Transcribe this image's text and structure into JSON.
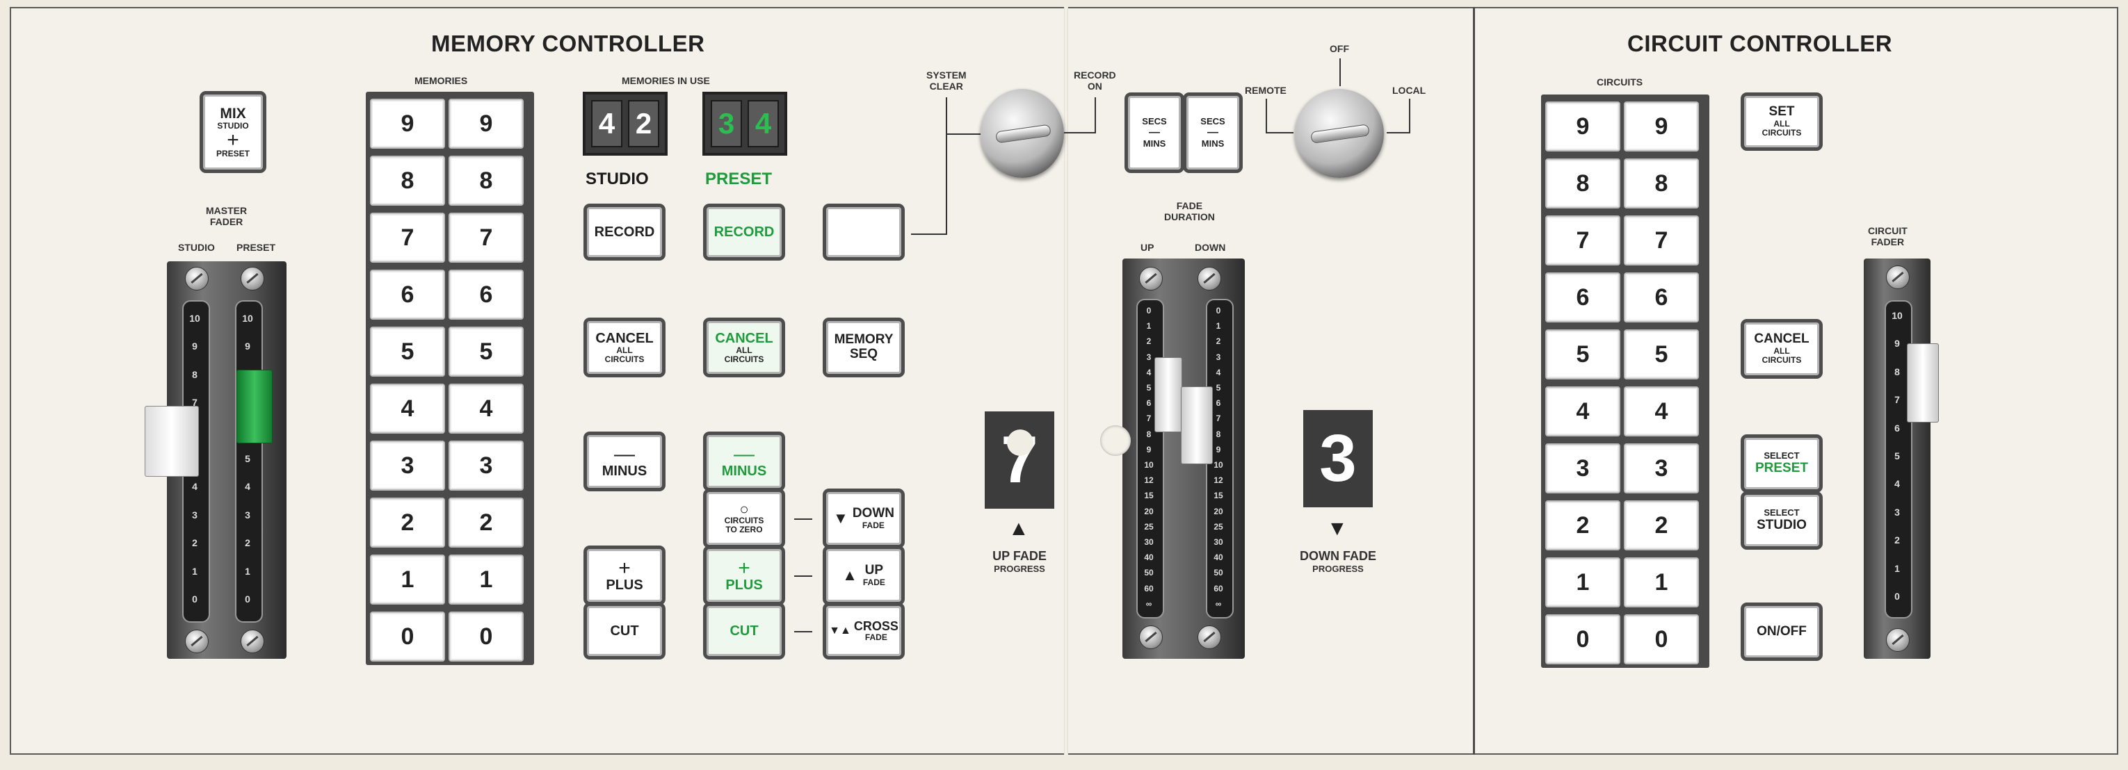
{
  "memory_controller": {
    "title": "MEMORY CONTROLLER",
    "mix_button": {
      "line1": "MIX",
      "line2": "STUDIO",
      "symbol": "+",
      "line3": "PRESET"
    },
    "master_fader": {
      "label_line1": "MASTER",
      "label_line2": "FADER",
      "col_studio": "STUDIO",
      "col_preset": "PRESET",
      "scale": [
        "10",
        "9",
        "8",
        "7",
        "6",
        "5",
        "4",
        "3",
        "2",
        "1",
        "0"
      ]
    },
    "memories_label": "MEMORIES",
    "memory_keys": [
      "9",
      "8",
      "7",
      "6",
      "5",
      "4",
      "3",
      "2",
      "1",
      "0"
    ],
    "memories_in_use_label": "MEMORIES  IN  USE",
    "studio_readout": {
      "d1": "4",
      "d2": "2",
      "label": "STUDIO"
    },
    "preset_readout": {
      "d1": "3",
      "d2": "4",
      "label": "PRESET"
    },
    "studio_record": "RECORD",
    "preset_record": "RECORD",
    "studio_cancel": {
      "line1": "CANCEL",
      "line2": "ALL",
      "line3": "CIRCUITS"
    },
    "preset_cancel": {
      "line1": "CANCEL",
      "line2": "ALL",
      "line3": "CIRCUITS"
    },
    "memory_seq": {
      "line1": "MEMORY",
      "line2": "SEQ"
    },
    "studio_minus": {
      "symbol": "—",
      "label": "MINUS"
    },
    "preset_minus": {
      "symbol": "—",
      "label": "MINUS"
    },
    "circuits_to_zero": {
      "symbol": "○",
      "line1": "CIRCUITS",
      "line2": "TO ZERO"
    },
    "studio_plus": {
      "symbol": "+",
      "label": "PLUS"
    },
    "preset_plus": {
      "symbol": "+",
      "label": "PLUS"
    },
    "studio_cut": "CUT",
    "preset_cut": "CUT",
    "down_fade": {
      "arrow": "▼",
      "line1": "DOWN",
      "line2": "FADE"
    },
    "up_fade": {
      "arrow": "▲",
      "line1": "UP",
      "line2": "FADE"
    },
    "cross_fade": {
      "arrow": "▼▲",
      "line1": "CROSS",
      "line2": "FADE"
    },
    "system_clear_label": {
      "line1": "SYSTEM",
      "line2": "CLEAR"
    },
    "record_on_label": {
      "line1": "RECORD",
      "line2": "ON"
    }
  },
  "fade_section": {
    "secs_mins_1": {
      "line1": "SECS",
      "sep": "—",
      "line2": "MINS"
    },
    "secs_mins_2": {
      "line1": "SECS",
      "sep": "—",
      "line2": "MINS"
    },
    "switch_off": "OFF",
    "switch_remote": "REMOTE",
    "switch_local": "LOCAL",
    "fade_duration_label": {
      "line1": "FADE",
      "line2": "DURATION"
    },
    "up_label": "UP",
    "down_label": "DOWN",
    "duration_scale": [
      "0",
      "1",
      "2",
      "3",
      "4",
      "5",
      "6",
      "7",
      "8",
      "9",
      "10",
      "12",
      "15",
      "20",
      "25",
      "30",
      "40",
      "50",
      "60",
      "∞"
    ],
    "up_fade_progress": {
      "value": "7",
      "line1": "UP FADE",
      "line2": "PROGRESS"
    },
    "down_fade_progress": {
      "value": "3",
      "line1": "DOWN FADE",
      "line2": "PROGRESS"
    }
  },
  "circuit_controller": {
    "title": "CIRCUIT CONTROLLER",
    "circuits_label": "CIRCUITS",
    "circuit_keys": [
      "9",
      "8",
      "7",
      "6",
      "5",
      "4",
      "3",
      "2",
      "1",
      "0"
    ],
    "set_all": {
      "line1": "SET",
      "line2": "ALL",
      "line3": "CIRCUITS"
    },
    "cancel_all": {
      "line1": "CANCEL",
      "line2": "ALL",
      "line3": "CIRCUITS"
    },
    "select_preset": {
      "line1": "SELECT",
      "line2": "PRESET"
    },
    "select_studio": {
      "line1": "SELECT",
      "line2": "STUDIO"
    },
    "on_off": "ON/OFF",
    "circuit_fader": {
      "label_line1": "CIRCUIT",
      "label_line2": "FADER",
      "scale": [
        "10",
        "9",
        "8",
        "7",
        "6",
        "5",
        "4",
        "3",
        "2",
        "1",
        "0"
      ]
    }
  },
  "colors": {
    "accent_green": "#1f9a3c",
    "panel": "#f4f1ea",
    "dark": "#3a3a3a"
  }
}
